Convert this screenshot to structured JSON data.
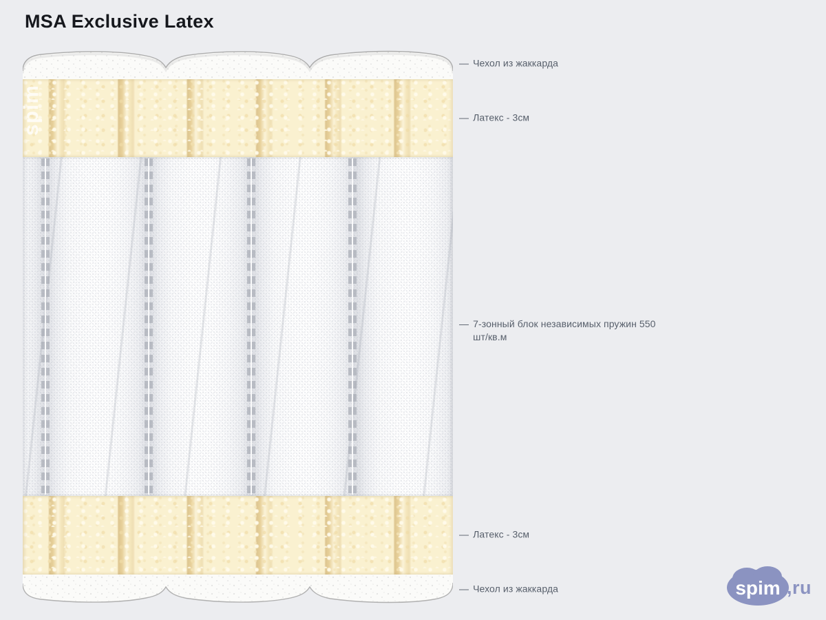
{
  "page": {
    "title": "MSA Exclusive Latex"
  },
  "diagram": {
    "dash": "—",
    "watermark": "spim",
    "layers": [
      {
        "name": "cover-top",
        "label": "Чехол из жаккарда"
      },
      {
        "name": "latex-top",
        "label": "Латекс - 3см"
      },
      {
        "name": "springs",
        "label": "7-зонный блок независимых пружин 550 шт/кв.м"
      },
      {
        "name": "latex-bottom",
        "label": "Латекс - 3см"
      },
      {
        "name": "cover-bottom",
        "label": "Чехол из жаккарда"
      }
    ],
    "colors": {
      "background": "#ECEDF0",
      "cover": "#FBFBF9",
      "cover_outline": "#B3B3B3",
      "latex": "#FAF1D0",
      "latex_ridge": "#E3C88F",
      "spring_white": "#FFFFFF",
      "spring_seam": "#A7ABB4",
      "label_text": "#575F6B",
      "title_text": "#16181D"
    }
  },
  "logo": {
    "brand": "spim",
    "suffix": ",ru",
    "color": "#8B93C1"
  }
}
